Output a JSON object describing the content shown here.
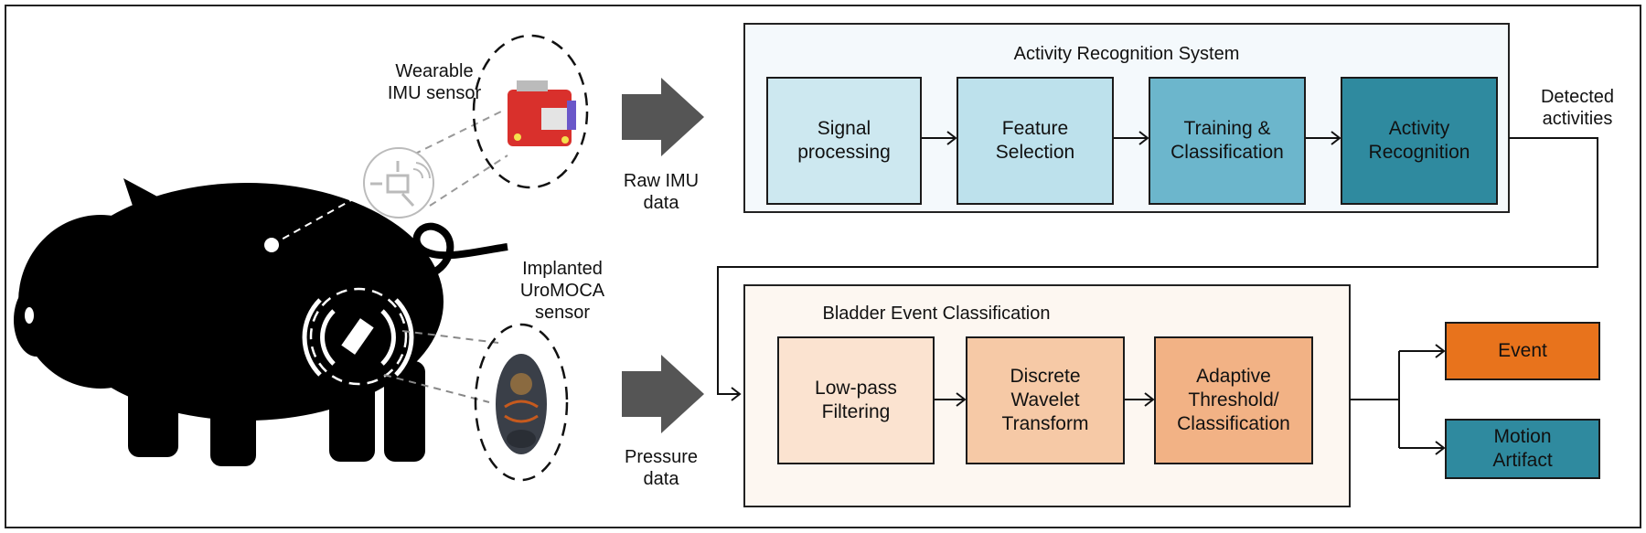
{
  "labels": {
    "wearable": "Wearable\nIMU sensor",
    "implanted": "Implanted\nUroMOCA\nsensor",
    "raw_imu": "Raw IMU\ndata",
    "pressure": "Pressure\ndata",
    "detected": "Detected\nactivities"
  },
  "activity_system": {
    "title": "Activity Recognition System",
    "steps": [
      "Signal\nprocessing",
      "Feature\nSelection",
      "Training &\nClassification",
      "Activity\nRecognition"
    ]
  },
  "bladder_system": {
    "title": "Bladder Event Classification",
    "steps": [
      "Low-pass\nFiltering",
      "Discrete\nWavelet\nTransform",
      "Adaptive\nThreshold/\nClassification"
    ]
  },
  "outputs": [
    "Event",
    "Motion\nArtifact"
  ],
  "colors": {
    "activity_panel_bg": "#f4f9fc",
    "bladder_panel_bg": "#fdf7f1",
    "step_a1": "#cde8f0",
    "step_a2": "#bde1ec",
    "step_a3": "#6cb6cc",
    "step_a4": "#2f8a9f",
    "step_b1": "#fbe3d0",
    "step_b2": "#f6c9a6",
    "step_b3": "#f2b285",
    "event": "#e8731c",
    "motion_artifact": "#2f8a9f",
    "pig": "#000000",
    "big_arrow": "#555555"
  }
}
